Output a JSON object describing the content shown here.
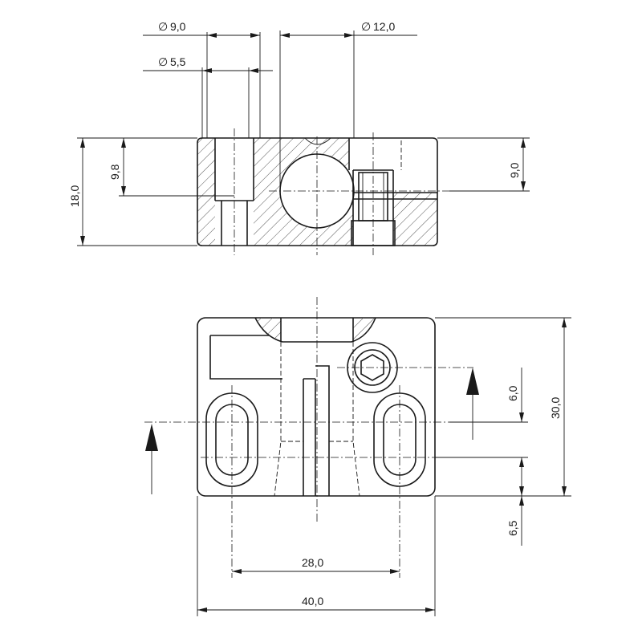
{
  "dimensions": {
    "bore_small_outer": "9,0",
    "bore_small_inner": "5,5",
    "bore_large": "12,0",
    "height_total": "18,0",
    "height_axis_left": "9,8",
    "height_axis_right": "9,0",
    "slot_offset_top": "6,0",
    "slot_offset_bottom": "6,5",
    "depth_total": "30,0",
    "slot_spacing": "28,0",
    "width_total": "40,0"
  },
  "symbols": {
    "diameter": "∅"
  },
  "colors": {
    "line": "#1a1a1a",
    "hatch": "#555555",
    "background": "#ffffff"
  }
}
